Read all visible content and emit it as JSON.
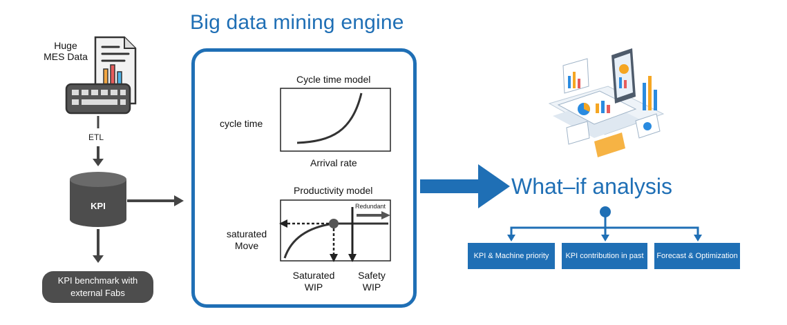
{
  "title": "Big data mining engine",
  "left": {
    "source_label": "Huge\nMES Data",
    "etl_label": "ETL",
    "db_label": "KPI",
    "benchmark_label": "KPI benchmark with external Fabs"
  },
  "engine": {
    "cycle": {
      "title": "Cycle time model",
      "ylabel": "cycle time",
      "xlabel": "Arrival rate"
    },
    "productivity": {
      "title": "Productivity model",
      "ylabel": "saturated\nMove",
      "redundant_label": "Redundant",
      "saturated_wip_label": "Saturated\nWIP",
      "safety_wip_label": "Safety\nWIP"
    }
  },
  "whatif": {
    "title": "What–if analysis",
    "boxes": [
      "KPI &  Machine priority",
      "KPI contribution in past",
      "Forecast & Optimization"
    ]
  },
  "colors": {
    "accent": "#1f6fb5",
    "dark": "#4d4d4d"
  },
  "icons": [
    "document-icon",
    "keyboard-icon",
    "database-icon",
    "isometric-dashboard-illustration"
  ]
}
